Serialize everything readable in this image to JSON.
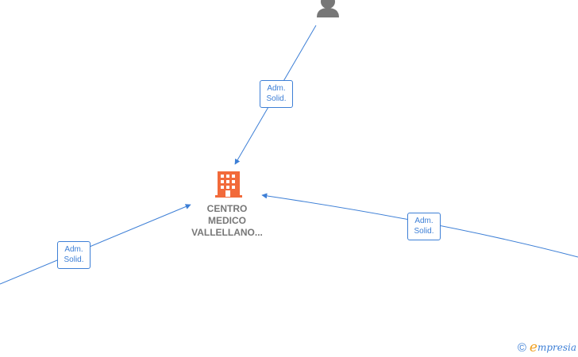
{
  "diagram": {
    "company": {
      "name_lines": [
        "CENTRO",
        "MEDICO",
        "VALLELLANO..."
      ],
      "icon": "building-icon",
      "color": "#f26a3a"
    },
    "person": {
      "icon": "person-icon",
      "color": "#777777"
    },
    "edges": [
      {
        "id": "edge-top",
        "label_line1": "Adm.",
        "label_line2": "Solid."
      },
      {
        "id": "edge-left",
        "label_line1": "Adm.",
        "label_line2": "Solid."
      },
      {
        "id": "edge-right",
        "label_line1": "Adm.",
        "label_line2": "Solid."
      }
    ],
    "edge_color": "#3d7fd6"
  },
  "branding": {
    "copyright_symbol": "©",
    "logo_first_letter": "e",
    "logo_rest": "mpresia"
  }
}
